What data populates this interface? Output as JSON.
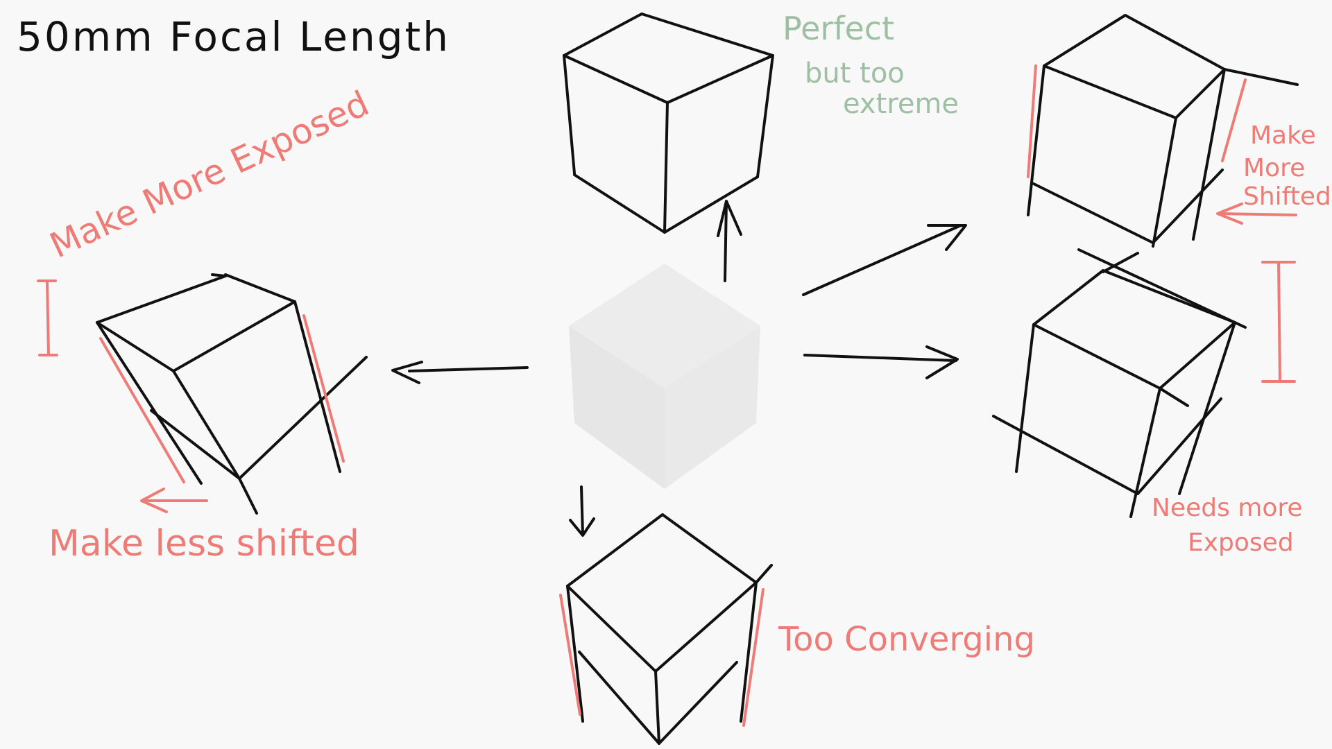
{
  "title": "50mm Focal Length",
  "colors": {
    "ink": "#111111",
    "correction": "#ee7b76",
    "approval": "#9fbfa4",
    "reference_cube": "#e8e8e8",
    "background": "#f8f8f8"
  },
  "annotations": {
    "top": "Perfect but too extreme",
    "top_line1": "Perfect",
    "top_line2": "but too",
    "top_line3": "extreme",
    "left_upper": "Make More Exposed",
    "left_lower": "Make less shifted",
    "bottom": "Too Converging",
    "right_upper": "Make More Shifted",
    "right_upper_line1": "Make",
    "right_upper_line2": "More",
    "right_upper_line3": "Shifted",
    "right_lower": "Needs more Exposed",
    "right_lower_line1": "Needs more",
    "right_lower_line2": "Exposed"
  }
}
